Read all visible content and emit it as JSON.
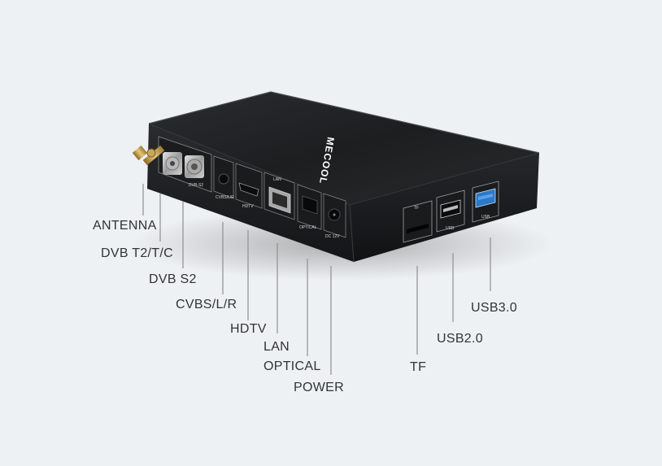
{
  "brand": "MECOOL",
  "ports": {
    "dvbs2": "DVB-S2",
    "cvbs": "CVBS/L/R",
    "hdtv": "HDTV",
    "lan": "LAN",
    "optical": "OPTICAL",
    "dc": "DC 12V",
    "tf": "TF",
    "usb_a": "USB",
    "usb_b": "USB"
  },
  "callouts": [
    {
      "id": "antenna",
      "label": "ANTENNA"
    },
    {
      "id": "dvb-t2",
      "label": "DVB T2/T/C"
    },
    {
      "id": "dvb-s2",
      "label": "DVB S2"
    },
    {
      "id": "cvbs",
      "label": "CVBS/L/R"
    },
    {
      "id": "hdtv",
      "label": "HDTV"
    },
    {
      "id": "lan",
      "label": "LAN"
    },
    {
      "id": "optical",
      "label": "OPTICAL"
    },
    {
      "id": "power",
      "label": "POWER"
    },
    {
      "id": "tf",
      "label": "TF"
    },
    {
      "id": "usb2",
      "label": "USB2.0"
    },
    {
      "id": "usb3",
      "label": "USB3.0"
    }
  ]
}
